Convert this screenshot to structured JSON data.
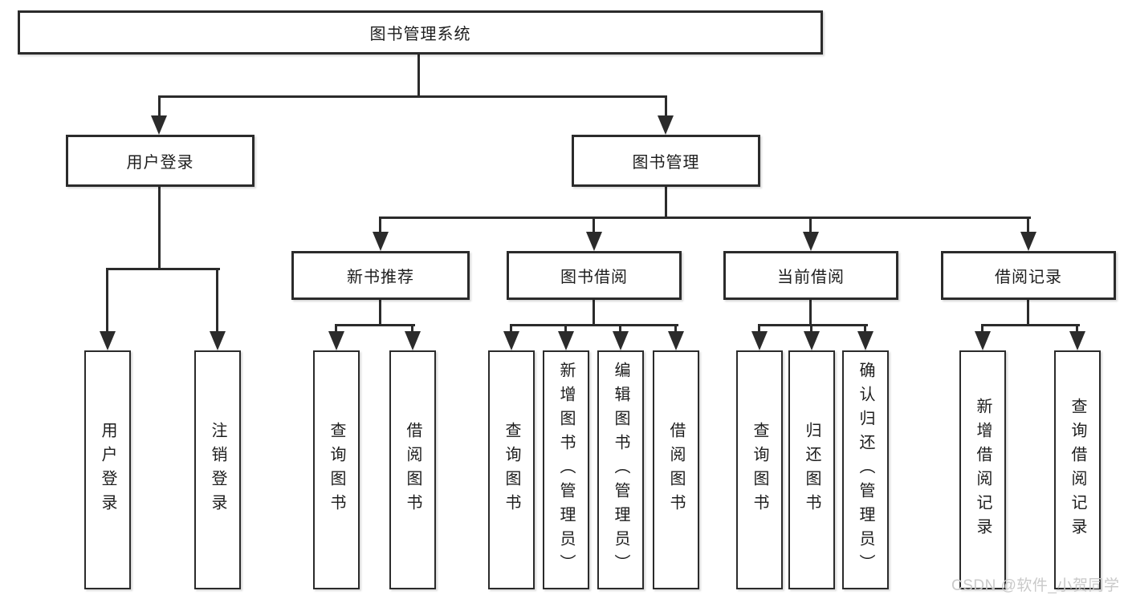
{
  "diagram": {
    "type": "hierarchy-tree",
    "root": {
      "label": "图书管理系统"
    },
    "branches": [
      {
        "label": "用户登录",
        "children": [
          {
            "label": "用户登录"
          },
          {
            "label": "注销登录"
          }
        ]
      },
      {
        "label": "图书管理",
        "children": [
          {
            "label": "新书推荐",
            "children": [
              {
                "label": "查询图书"
              },
              {
                "label": "借阅图书"
              }
            ]
          },
          {
            "label": "图书借阅",
            "children": [
              {
                "label": "查询图书"
              },
              {
                "label": "新增图书（管理员）"
              },
              {
                "label": "编辑图书（管理员）"
              },
              {
                "label": "借阅图书"
              }
            ]
          },
          {
            "label": "当前借阅",
            "children": [
              {
                "label": "查询图书"
              },
              {
                "label": "归还图书"
              },
              {
                "label": "确认归还（管理员）"
              }
            ]
          },
          {
            "label": "借阅记录",
            "children": [
              {
                "label": "新增借阅记录"
              },
              {
                "label": "查询借阅记录"
              }
            ]
          }
        ]
      }
    ]
  },
  "watermark": {
    "text": "CSDN @软件_小贺同学"
  },
  "colors": {
    "line": "#2b2b2b",
    "text": "#1d1d1d",
    "background": "#ffffff",
    "watermark": "#c9c9c9"
  }
}
